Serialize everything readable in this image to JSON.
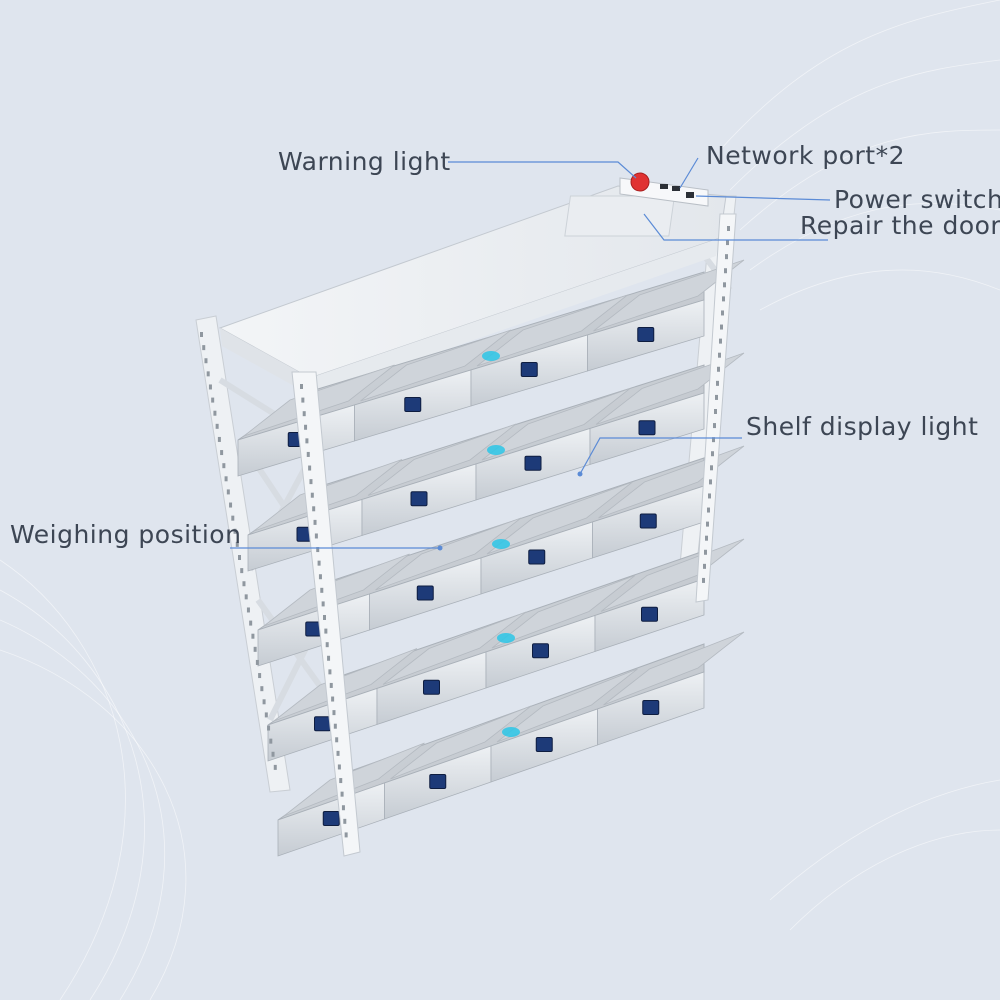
{
  "callouts": {
    "warning_light": "Warning light",
    "network_port": "Network port*2",
    "power_switch": "Power switch",
    "repair_door": "Repair the door",
    "shelf_display_light": "Shelf display light",
    "weighing_position": "Weighing position"
  },
  "colors": {
    "background": "#dfe5ee",
    "leader_line": "#5b8bd6",
    "label_text": "#3d4654",
    "frame": "#f4f6f8",
    "tray": "#c9ced4",
    "display_screen": "#1d3a78",
    "status_light": "#2cc6e6",
    "warning_light": "#e03232"
  },
  "shelf": {
    "tiers": 5,
    "bins_per_tier": 4
  }
}
